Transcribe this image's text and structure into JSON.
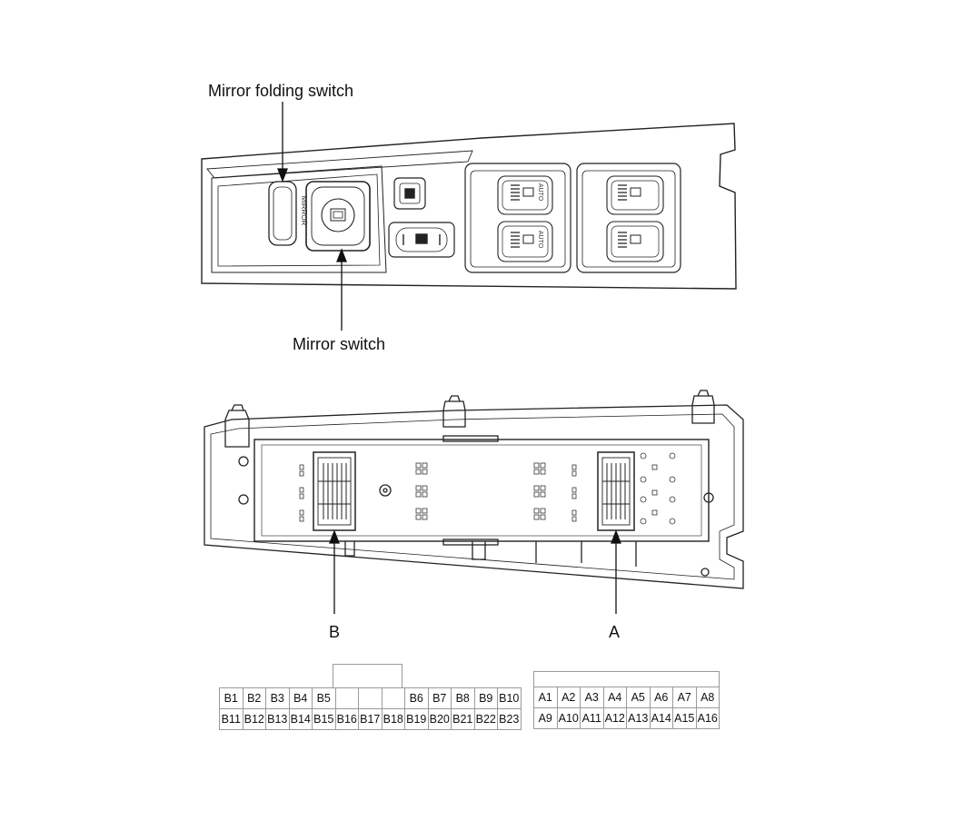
{
  "labels": {
    "mirror_folding_switch": "Mirror folding switch",
    "mirror_switch": "Mirror switch",
    "connector_b": "B",
    "connector_a": "A",
    "mirror_text": "MIRROR",
    "auto_text": "AUTO"
  },
  "connector_b": {
    "row1": [
      "B1",
      "B2",
      "B3",
      "B4",
      "B5",
      "",
      "",
      "",
      "B6",
      "B7",
      "B8",
      "B9",
      "B10"
    ],
    "row2": [
      "B11",
      "B12",
      "B13",
      "B14",
      "B15",
      "B16",
      "B17",
      "B18",
      "B19",
      "B20",
      "B21",
      "B22",
      "B23"
    ]
  },
  "connector_a": {
    "row1": [
      "A1",
      "A2",
      "A3",
      "A4",
      "A5",
      "A6",
      "A7",
      "A8"
    ],
    "row2": [
      "A9",
      "A10",
      "A11",
      "A12",
      "A13",
      "A14",
      "A15",
      "A16"
    ]
  },
  "colors": {
    "line": "#222222",
    "grid": "#9a9a9a"
  }
}
